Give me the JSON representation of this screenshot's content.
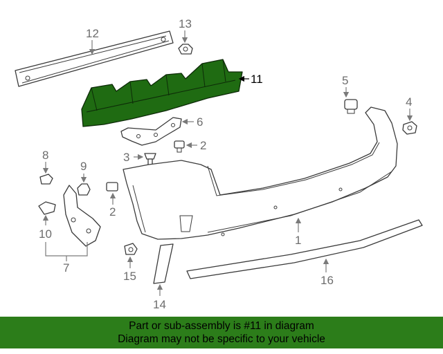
{
  "callouts": {
    "c1": "1",
    "c2a": "2",
    "c2b": "2",
    "c3": "3",
    "c4": "4",
    "c5": "5",
    "c6": "6",
    "c7": "7",
    "c8": "8",
    "c9": "9",
    "c10": "10",
    "c11": "11",
    "c12": "12",
    "c13": "13",
    "c14": "14",
    "c15": "15",
    "c16": "16"
  },
  "highlight": {
    "part_number": "11",
    "color": "#1f6b12"
  },
  "banner": {
    "line1": "Part or sub-assembly is #11 in diagram",
    "line2": "Diagram may not be specific to your vehicle",
    "background": "#2c7d1a"
  }
}
